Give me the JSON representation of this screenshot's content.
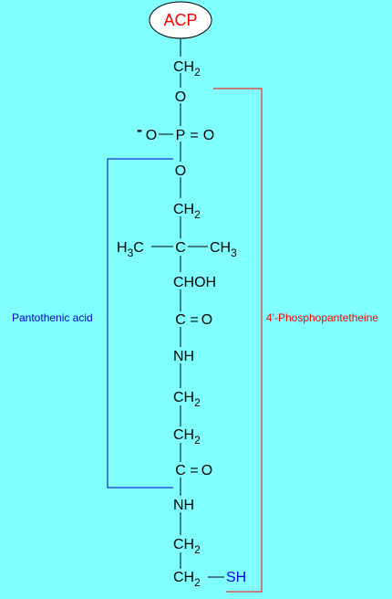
{
  "acp": "ACP",
  "chain": {
    "ch2": "CH",
    "sub2": "2",
    "o": "O",
    "o_minus_charge": "-",
    "p": "P",
    "h": "H",
    "sub3": "3",
    "c": "C",
    "choh": "CHOH",
    "nh": "NH",
    "sh": "SH",
    "double_bond": "="
  },
  "labels": {
    "pantothenic_acid": "Pantothenic acid",
    "phosphopantetheine": "4'-Phosphopantetheine"
  },
  "colors": {
    "background": "#80FFFF",
    "acp": "#FF0000",
    "sh": "#0000FF",
    "pantothenic_bracket": "#0000CC",
    "phosphopantetheine_bracket": "#FF0000"
  }
}
